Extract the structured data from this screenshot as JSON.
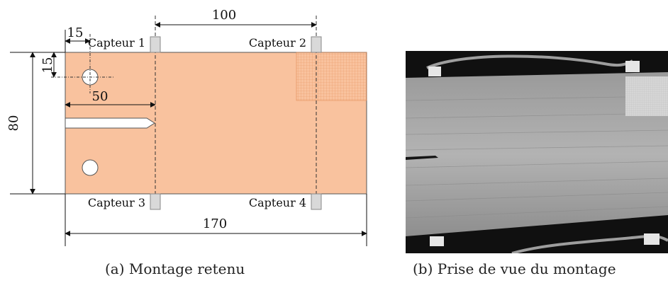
{
  "figure_a": {
    "sensors": [
      "Capteur 1",
      "Capteur 2",
      "Capteur 3",
      "Capteur 4"
    ],
    "dims": {
      "top_offset": "15",
      "spacing": "100",
      "hole_vertical": "15",
      "crack_length": "50",
      "height": "80",
      "length": "170"
    },
    "caption": "(a) Montage retenu",
    "colors": {
      "specimen": "#f9c29e",
      "sensor": "#d9d9d9",
      "line": "#111111"
    }
  },
  "figure_b": {
    "caption": "(b) Prise de vue du montage"
  }
}
